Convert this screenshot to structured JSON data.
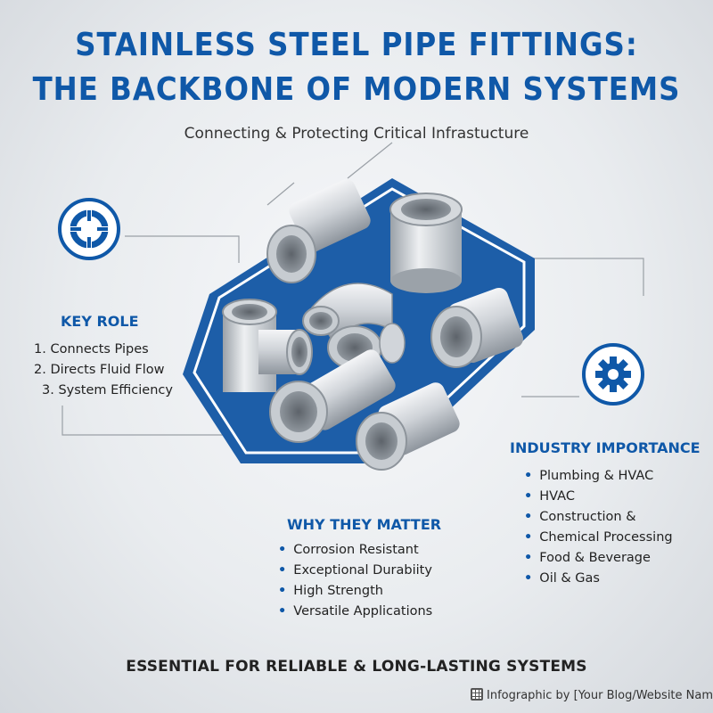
{
  "header": {
    "title_line1": "STAINLESS STEEL PIPE FITTINGS:",
    "title_line2": "THE BACKBONE OF MODERN SYSTEMS",
    "subtitle": "Connecting & Protecting Critical Infrastucture"
  },
  "key_role": {
    "heading": "KEY ROLE",
    "items": [
      "1. Connects Pipes",
      "2. Directs Fluid Flow",
      "3. System Efficiency"
    ],
    "icon": "crosshair-icon"
  },
  "industry": {
    "heading": "INDUSTRY IMPORTANCE",
    "items": [
      "Plumbing & HVAC",
      "HVAC",
      "Construction &",
      "Chemical Processing",
      "Food & Beverage",
      "Oil & Gas"
    ],
    "icon": "gear-icon"
  },
  "why": {
    "heading": "WHY THEY MATTER",
    "items": [
      "Corrosion Resistant",
      "Exceptional Durabiity",
      "High Strength",
      "Versatile Applications"
    ]
  },
  "footer": {
    "tagline": "ESSENTIAL FOR RELIABLE & LONG-LASTING SYSTEMS",
    "credit": "Infographic by [Your Blog/Website Name",
    "credit_icon": "grid-icon"
  },
  "colors": {
    "accent": "#0f58a8",
    "platform": "#1d5ea8",
    "background": "#e9ecef"
  }
}
